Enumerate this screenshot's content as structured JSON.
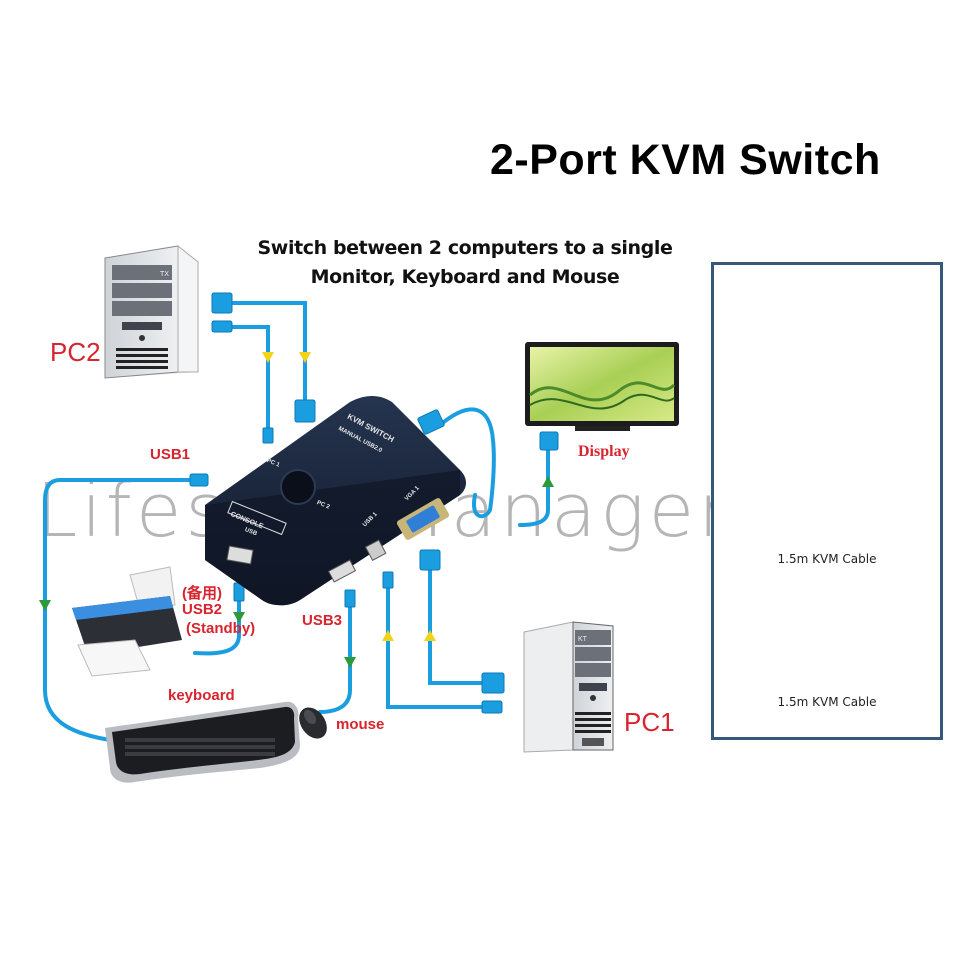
{
  "header": {
    "title": "2-Port KVM Switch",
    "subtitle_line1": "Switch between 2 computers to a single",
    "subtitle_line2": "Monitor, Keyboard and Mouse"
  },
  "diagram": {
    "devices": {
      "pc2": "PC2",
      "pc1": "PC1",
      "display": "Display",
      "keyboard": "keyboard",
      "mouse": "mouse",
      "pc_case_badge_pc2": "TX",
      "pc_case_badge_pc1": "KT"
    },
    "ports": {
      "usb1": "USB1",
      "usb2_cn": "(备用)",
      "usb2": "USB2",
      "usb2_standby": "(Standby)",
      "usb3": "USB3"
    },
    "switch_labels": {
      "name": "KVM SWITCH",
      "model": "MANUAL USB2.0",
      "console": "CONSOLE",
      "usb": "USB",
      "usb1": "USB 1",
      "vga1": "VGA 1",
      "pc1": "PC 1",
      "pc2": "PC 2"
    }
  },
  "accessories_panel": {
    "cable1_caption": "1.5m KVM Cable",
    "cable2_caption": "1.5m KVM Cable"
  },
  "watermark": "LifestyleManagement",
  "colors": {
    "cable": "#1a9ee0",
    "arrow_yellow": "#f3d21a",
    "arrow_green": "#2a9a3a",
    "label_red": "#d8242e",
    "panel_border": "#37577b",
    "switch_body": "#1d2a44",
    "vga_blue": "#2f7fd6"
  }
}
